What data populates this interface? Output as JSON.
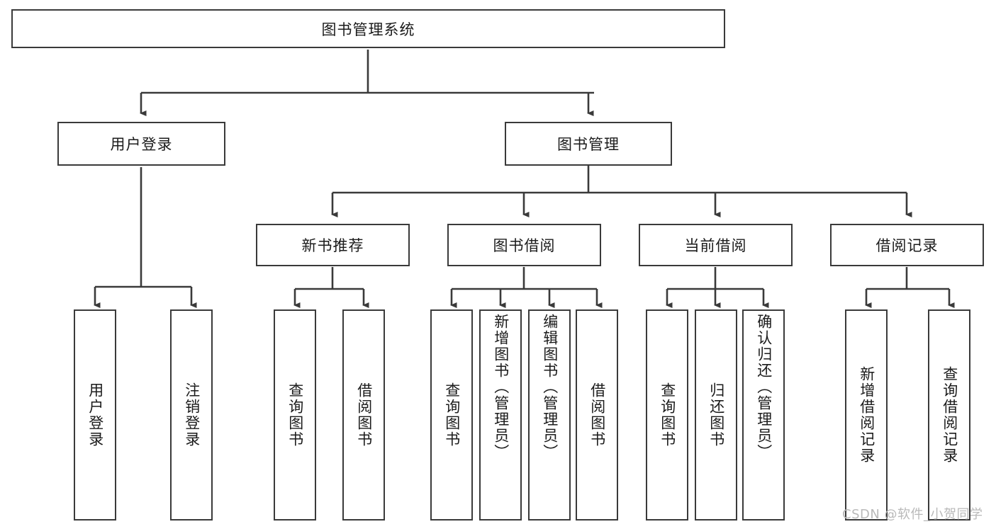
{
  "diagram": {
    "title": "图书管理系统",
    "type": "function-tree",
    "root": {
      "id": "root",
      "label": "图书管理系统"
    },
    "level1": [
      {
        "id": "user-login",
        "label": "用户登录"
      },
      {
        "id": "book-manage",
        "label": "图书管理"
      }
    ],
    "level2": [
      {
        "id": "new-book-rec",
        "label": "新书推荐",
        "parent": "book-manage"
      },
      {
        "id": "book-borrow",
        "label": "图书借阅",
        "parent": "book-manage"
      },
      {
        "id": "current-borrow",
        "label": "当前借阅",
        "parent": "book-manage"
      },
      {
        "id": "borrow-record",
        "label": "借阅记录",
        "parent": "book-manage"
      }
    ],
    "leaves": [
      {
        "id": "leaf-user-login",
        "label": "用户登录",
        "parent": "user-login"
      },
      {
        "id": "leaf-logout",
        "label": "注销登录",
        "parent": "user-login"
      },
      {
        "id": "leaf-query-book-1",
        "label": "查询图书",
        "parent": "new-book-rec"
      },
      {
        "id": "leaf-borrow-book-1",
        "label": "借阅图书",
        "parent": "new-book-rec"
      },
      {
        "id": "leaf-query-book-2",
        "label": "查询图书",
        "parent": "book-borrow"
      },
      {
        "id": "leaf-add-book",
        "label": "新增图书（管理员）",
        "parent": "book-borrow"
      },
      {
        "id": "leaf-edit-book",
        "label": "编辑图书（管理员）",
        "parent": "book-borrow"
      },
      {
        "id": "leaf-borrow-book-2",
        "label": "借阅图书",
        "parent": "book-borrow"
      },
      {
        "id": "leaf-query-book-3",
        "label": "查询图书",
        "parent": "current-borrow"
      },
      {
        "id": "leaf-return-book",
        "label": "归还图书",
        "parent": "current-borrow"
      },
      {
        "id": "leaf-confirm-return",
        "label": "确认归还（管理员）",
        "parent": "current-borrow"
      },
      {
        "id": "leaf-add-record",
        "label": "新增借阅记录",
        "parent": "borrow-record"
      },
      {
        "id": "leaf-query-record",
        "label": "查询借阅记录",
        "parent": "borrow-record"
      }
    ],
    "watermark": "CSDN @软件_小贺同学",
    "colors": {
      "stroke": "#3a3a3a",
      "text": "#1b1b1b",
      "background": "#ffffff",
      "watermark": "#b9b9b9"
    }
  }
}
